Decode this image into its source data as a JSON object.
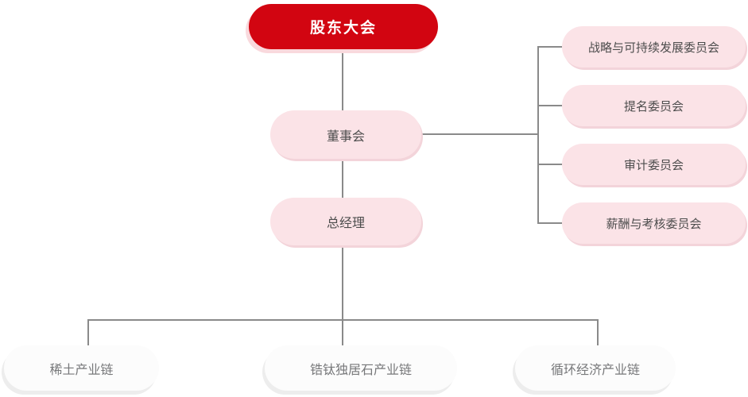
{
  "org_chart": {
    "root": {
      "label": "股东大会"
    },
    "board": {
      "label": "董事会"
    },
    "general_manager": {
      "label": "总经理"
    },
    "committees": [
      {
        "label": "战略与可持续发展委员会"
      },
      {
        "label": "提名委员会"
      },
      {
        "label": "审计委员会"
      },
      {
        "label": "薪酬与考核委员会"
      }
    ],
    "industry_chains": [
      {
        "label": "稀土产业链"
      },
      {
        "label": "锆钛独居石产业链"
      },
      {
        "label": "循环经济产业链"
      }
    ],
    "colors": {
      "primary_red": "#d20511",
      "pink_node": "#fbe3e7",
      "white_node": "#fcfcfc",
      "connector_gray": "#8a8a8a",
      "text_white": "#ffffff",
      "text_dark": "#4d4d4d",
      "text_gray": "#77787a"
    }
  }
}
